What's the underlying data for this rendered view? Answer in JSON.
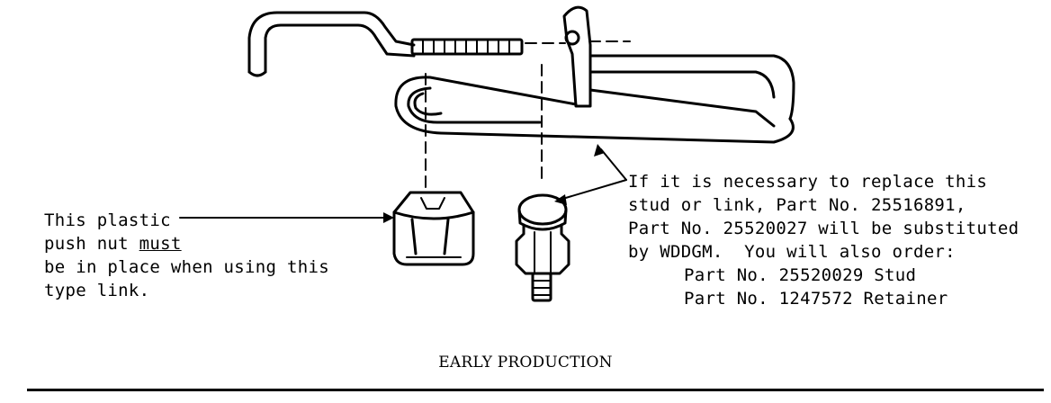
{
  "left_note": {
    "line1": "This plastic",
    "line2_prefix": "push nut ",
    "line2_emph": "must",
    "line3": "be in place when using this",
    "line4": "type link."
  },
  "right_note": {
    "line1": "If it is necessary to replace this",
    "line2": "stud or link, Part No. 25516891,",
    "line3": "Part No. 25520027 will be substituted",
    "line4": "by WDDGM.  You will also order:",
    "line5": "Part No. 25520029 Stud",
    "line6": "Part No. 1247572 Retainer"
  },
  "caption": "EARLY PRODUCTION"
}
